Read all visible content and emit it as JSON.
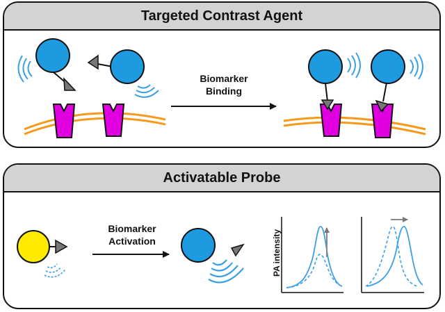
{
  "panels": {
    "targeted": {
      "title": "Targeted Contrast Agent"
    },
    "activatable": {
      "title": "Activatable Probe"
    }
  },
  "labels": {
    "binding_line1": "Biomarker",
    "binding_line2": "Binding",
    "activation_line1": "Biomarker",
    "activation_line2": "Activation",
    "pa_axis": "PA intensity"
  },
  "colors": {
    "probe": "#1e9ae0",
    "probe_inactive": "#ffeb00",
    "receptor": "#e000e0",
    "membrane": "#f59a1c",
    "signal": "#3aa0e6",
    "arrow_head": "#666666",
    "header_bg": "#d3d3d3"
  }
}
